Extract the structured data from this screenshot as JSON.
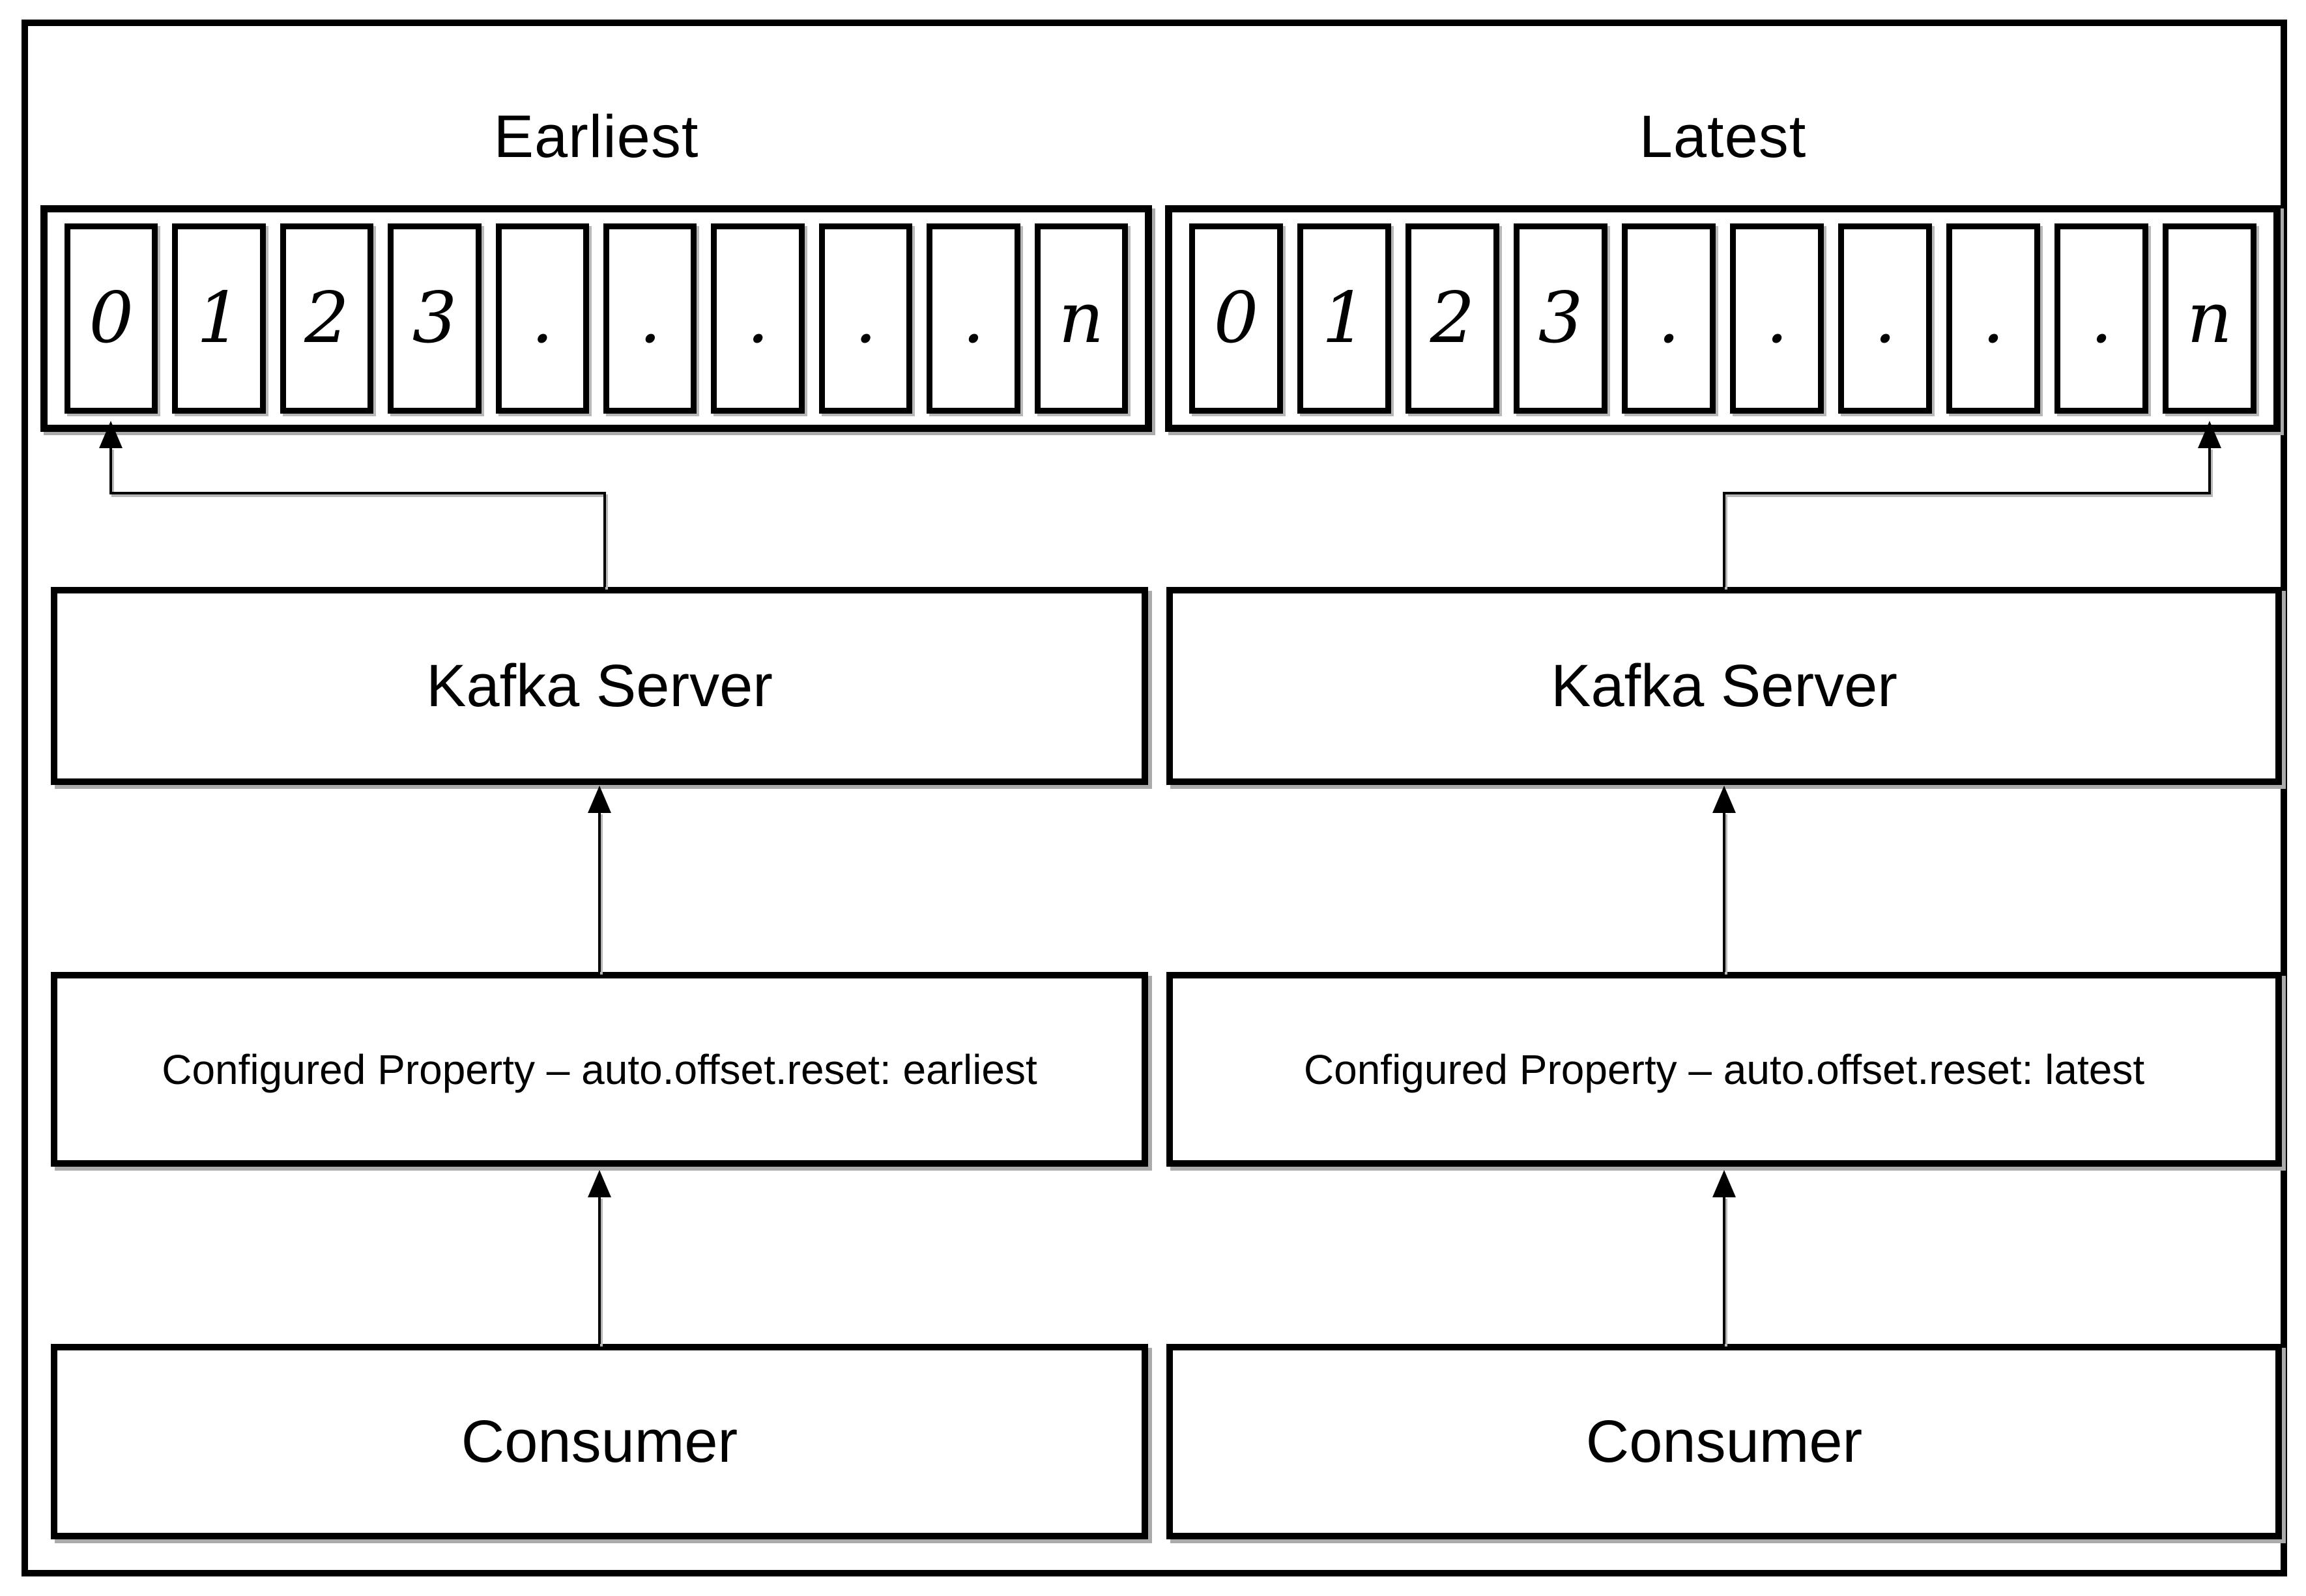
{
  "diagram": {
    "background_color": "#ffffff",
    "line_color": "#000000",
    "columns": {
      "left": {
        "title": "Earliest",
        "partition": {
          "cells": [
            "0",
            "1",
            "2",
            "3",
            ".",
            ".",
            ".",
            ".",
            ".",
            "n"
          ]
        },
        "kafka_server_label": "Kafka Server",
        "configured_property_label": "Configured Property – auto.offset.reset: earliest",
        "consumer_label": "Consumer"
      },
      "right": {
        "title": "Latest",
        "partition": {
          "cells": [
            "0",
            "1",
            "2",
            "3",
            ".",
            ".",
            ".",
            ".",
            ".",
            "n"
          ]
        },
        "kafka_server_label": "Kafka Server",
        "configured_property_label": "Configured Property – auto.offset.reset: latest",
        "consumer_label": "Consumer"
      }
    }
  }
}
